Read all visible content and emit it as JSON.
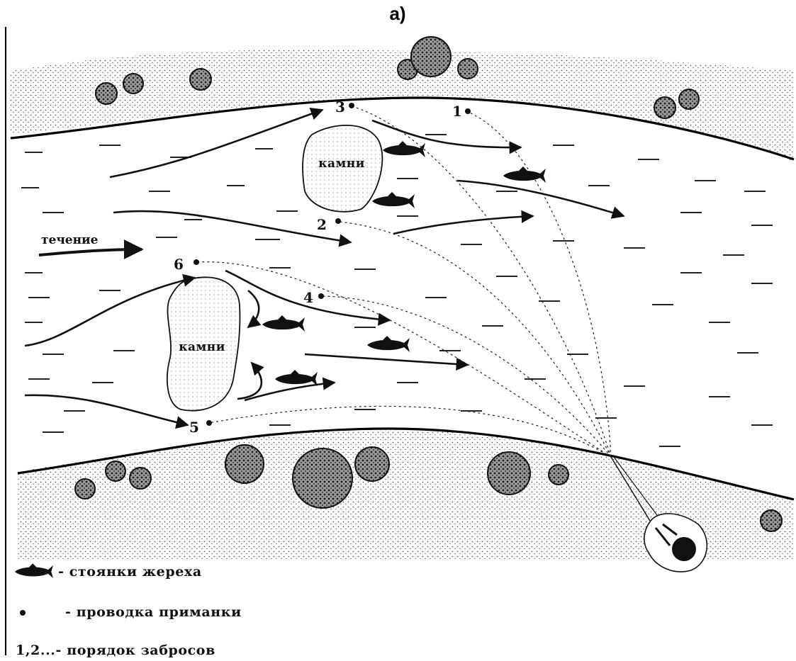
{
  "title": "а)",
  "rocks": [
    {
      "label": "камни"
    },
    {
      "label": "камни"
    }
  ],
  "current": {
    "label": "течение"
  },
  "cast_points": [
    {
      "label": "1"
    },
    {
      "label": "2"
    },
    {
      "label": "3"
    },
    {
      "label": "4"
    },
    {
      "label": "5"
    },
    {
      "label": "6"
    }
  ],
  "legend": {
    "fish": "- стоянки жереха",
    "dot": "- проводка приманки",
    "order": "1,2...- порядок забросов"
  },
  "icons": {
    "fish": "asp-fish-icon",
    "bush": "shrub-icon",
    "boulder": "boulder-icon",
    "angler": "angler-icon"
  },
  "colors": {
    "ink": "#111111",
    "paper": "#ffffff"
  }
}
